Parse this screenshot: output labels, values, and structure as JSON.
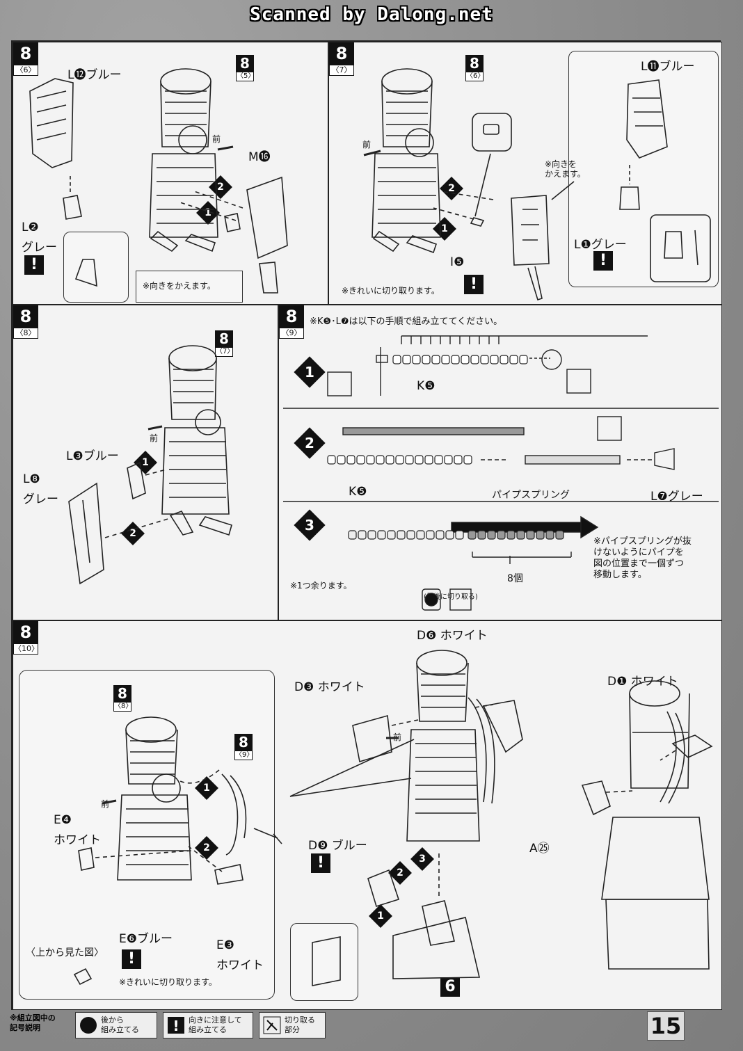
{
  "header": {
    "watermark": "Scanned by Dalong.net"
  },
  "steps": {
    "p6": {
      "num": "8",
      "sub": "〈6〉",
      "part_top": "L⓬ブルー",
      "ref": {
        "num": "8",
        "sub": "〈5〉"
      },
      "front": "前",
      "part_m": "M⓰",
      "part_l2": "L❷",
      "part_l2_color": "グレー",
      "warn": "!",
      "note": "※向きをかえます。",
      "arrow1": "1",
      "arrow2": "2"
    },
    "p7": {
      "num": "8",
      "sub": "〈7〉",
      "ref": {
        "num": "8",
        "sub": "〈6〉"
      },
      "front": "前",
      "part_top": "L⓫ブルー",
      "note_turn": "※向きを\nかえます。",
      "part_l1": "L❶グレー",
      "warn": "!",
      "part_i5": "I❺",
      "note": "※きれいに切り取ります。",
      "arrow1": "1",
      "arrow2": "2"
    },
    "p8": {
      "num": "8",
      "sub": "〈8〉",
      "ref": {
        "num": "8",
        "sub": "〈7〉"
      },
      "front": "前",
      "part_l3": "L❸ブルー",
      "part_l8": "L❽",
      "part_l8_color": "グレー",
      "arrow1": "1",
      "arrow2": "2"
    },
    "p9": {
      "num": "8",
      "sub": "〈9〉",
      "intro": "※K❺･L❼は以下の手順で組み立ててください。",
      "s1": "1",
      "s2": "2",
      "s3": "3",
      "k5": "K❺",
      "k5b": "K❺",
      "spring": "パイプスプリング",
      "l7": "L❼グレー",
      "count": "8個",
      "note_spring": "※パイプスプリングが抜\nけないようにパイプを\n図の位置まで一個ずつ\n移動します。",
      "note_one": "※1つ余ります。",
      "note_last": "(最後に切り取る)"
    },
    "p10": {
      "num": "8",
      "sub": "〈10〉",
      "ref_a": {
        "num": "8",
        "sub": "〈8〉"
      },
      "ref_b": {
        "num": "8",
        "sub": "〈9〉"
      },
      "front_a": "前",
      "front_b": "前",
      "e4": "E❹",
      "e4_color": "ホワイト",
      "e6": "E❻ブルー",
      "e3": "E❸",
      "e3_color": "ホワイト",
      "top_view": "〈上から見た図〉",
      "warn": "!",
      "note": "※きれいに切り取ります。",
      "d6": "D❻ ホワイト",
      "d3": "D❸ ホワイト",
      "d1": "D❶ ホワイト",
      "d9": "D❾ ブルー",
      "a25": "A㉕",
      "base": "6",
      "arrow1": "1",
      "arrow2": "2",
      "arrow3": "3"
    }
  },
  "legend": {
    "key": "※組立図中の\n記号説明",
    "items": [
      {
        "icon": "back-assemble-icon",
        "text": "後から\n組み立てる"
      },
      {
        "icon": "caution-icon",
        "text": "向きに注意して\n組み立てる"
      },
      {
        "icon": "nipper-icon",
        "text": "切り取る\n部分"
      }
    ]
  },
  "page": {
    "number": "15"
  }
}
